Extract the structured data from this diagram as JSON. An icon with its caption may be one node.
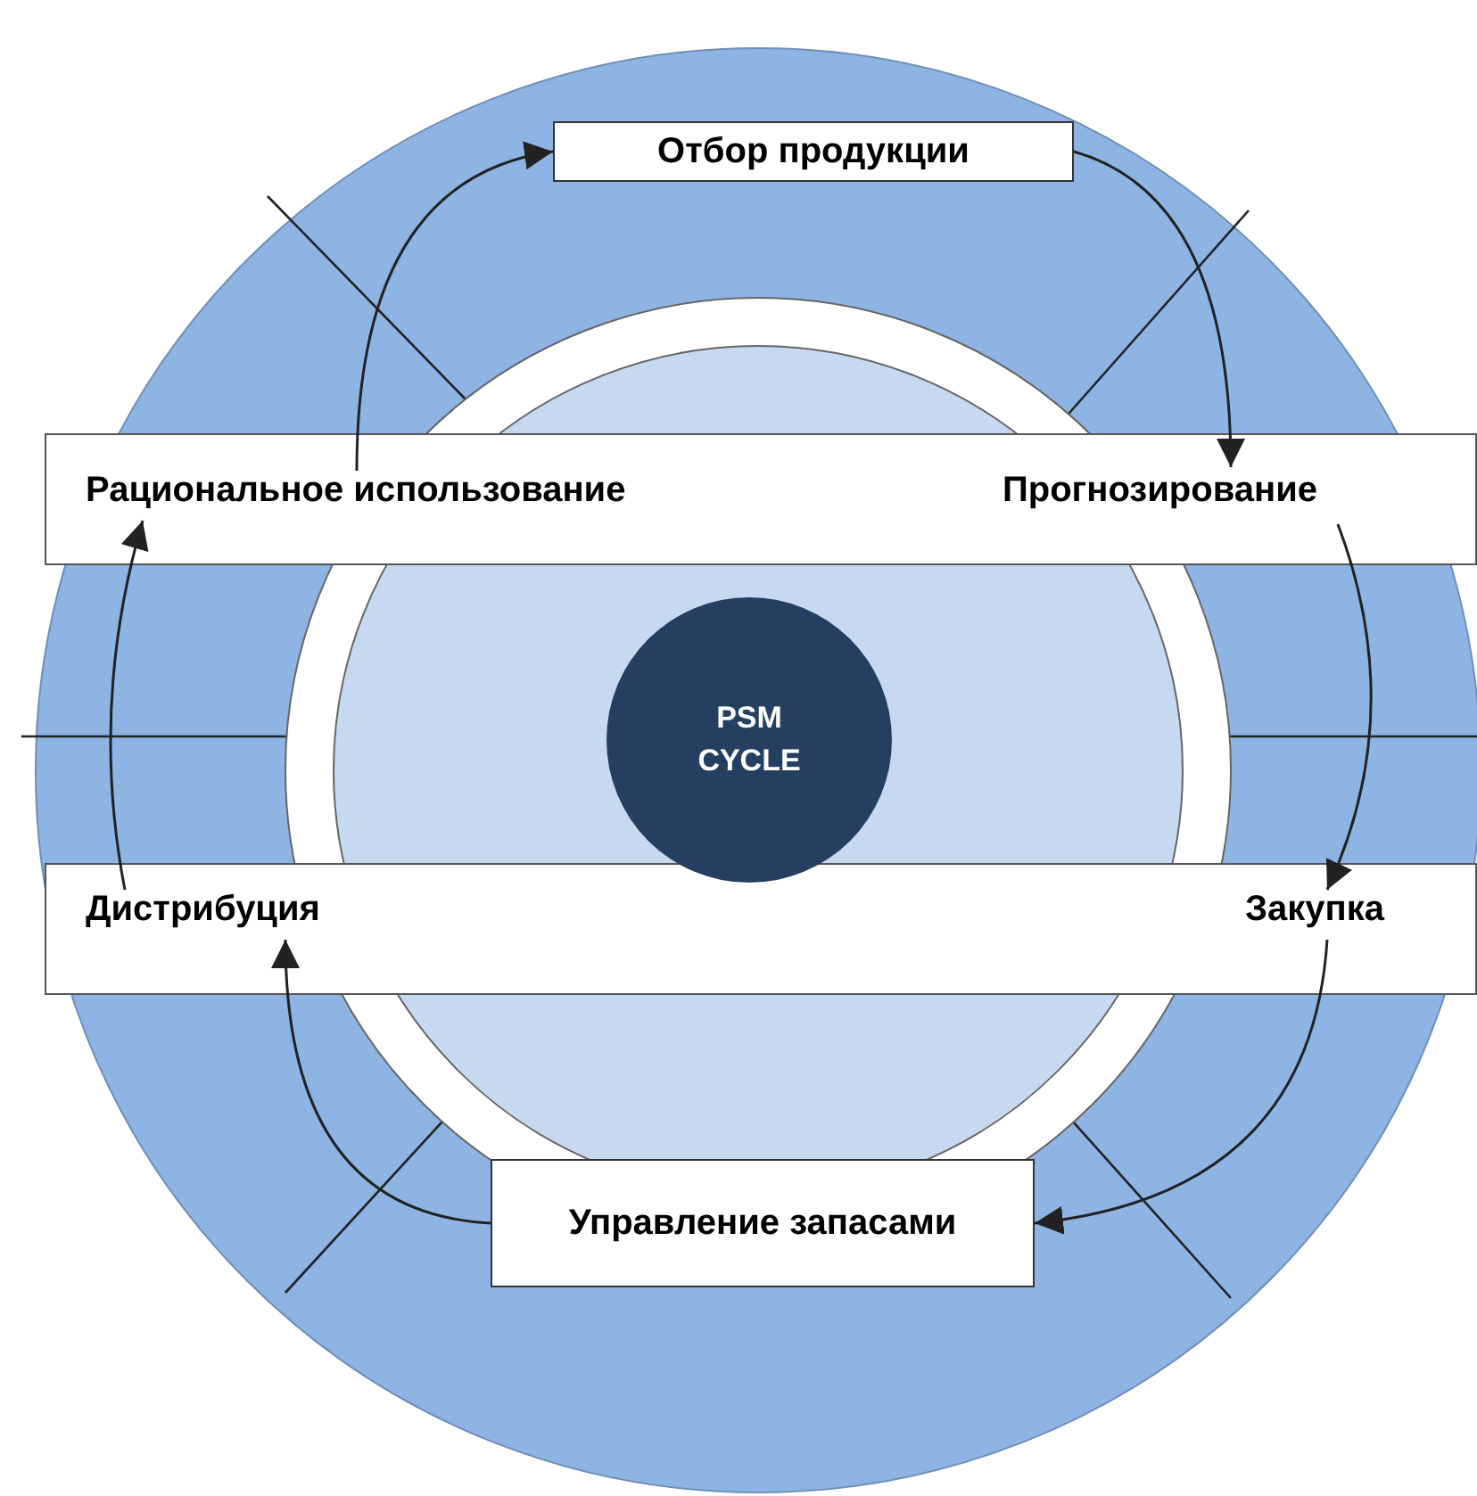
{
  "diagram": {
    "nodes": [
      {
        "text": [
          "Отбор продукции"
        ]
      },
      {
        "text": [
          "Рациональное использование"
        ]
      },
      {
        "text": [
          "Прогнозирование"
        ]
      },
      {
        "text": [
          "Дистрибуция"
        ]
      },
      {
        "text": [
          "Закупка"
        ]
      },
      {
        "text": [
          "Управление запасами"
        ]
      },
      {
        "text": [
          "PSM CYCLE"
        ]
      }
    ],
    "edges": [
      {
        "from": 1,
        "to": 0,
        "arrow": "to"
      },
      {
        "from": 0,
        "to": 2,
        "arrow": "to"
      },
      {
        "from": 2,
        "to": 4,
        "arrow": "to"
      },
      {
        "from": 4,
        "to": 5,
        "arrow": "to"
      },
      {
        "from": 5,
        "to": 3,
        "arrow": "to"
      },
      {
        "from": 3,
        "to": 1,
        "arrow": "to"
      }
    ]
  }
}
